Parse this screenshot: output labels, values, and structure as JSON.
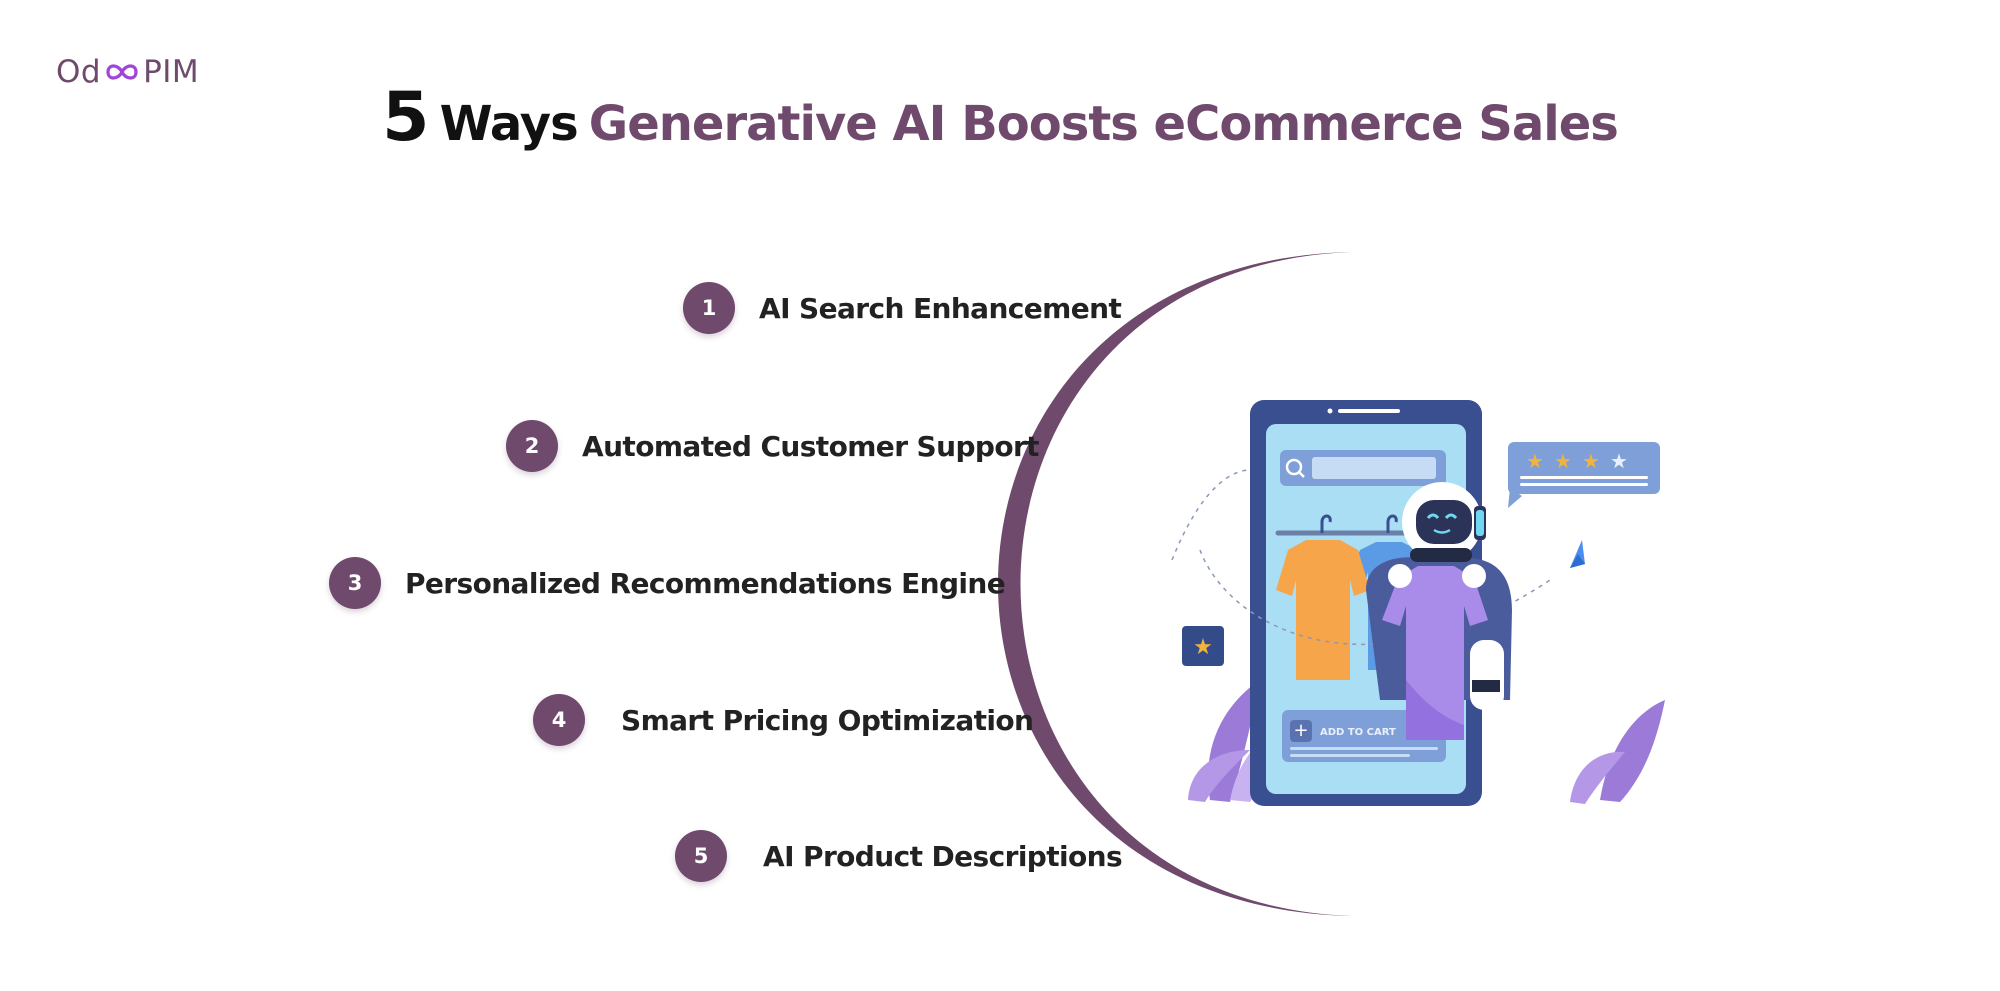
{
  "brand": {
    "logo_prefix": "Od",
    "logo_suffix": "PIM"
  },
  "title": {
    "number": "5",
    "ways": "Ways",
    "accent": "Generative AI Boosts eCommerce Sales"
  },
  "items": [
    {
      "number": "1",
      "label": "AI Search Enhancement"
    },
    {
      "number": "2",
      "label": "Automated Customer Support"
    },
    {
      "number": "3",
      "label": "Personalized Recommendations Engine"
    },
    {
      "number": "4",
      "label": "Smart Pricing Optimization"
    },
    {
      "number": "5",
      "label": "AI Product Descriptions"
    }
  ],
  "illustration": {
    "cart_button": "ADD TO CART",
    "rating_stars": 4
  },
  "colors": {
    "brand": "#6f4a6c",
    "phone": "#3a4f8f",
    "star": "#f2b33d"
  }
}
